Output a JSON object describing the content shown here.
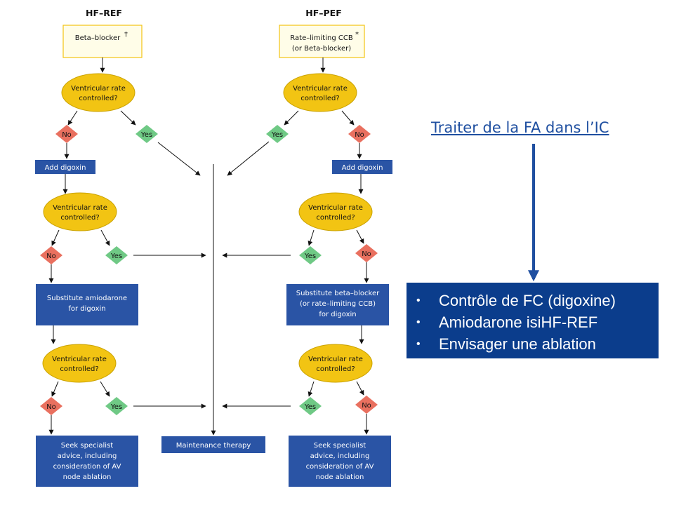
{
  "flowchart": {
    "headers": {
      "ref": "HF–REF",
      "pef": "HF–PEF"
    },
    "ref": {
      "start": "Beta–blocker",
      "start_mark": "†",
      "q1": [
        "Ventricular rate",
        "controlled?"
      ],
      "no": "No",
      "yes": "Yes",
      "add_digoxin": "Add digoxin",
      "q2": [
        "Ventricular rate",
        "controlled?"
      ],
      "substitute": [
        "Substitute amiodarone",
        "for digoxin"
      ],
      "q3": [
        "Ventricular rate",
        "controlled?"
      ],
      "seek": [
        "Seek specialist",
        "advice, including",
        "consideration of AV",
        "node ablation"
      ]
    },
    "pef": {
      "start": [
        "Rate–limiting CCB",
        "(or Beta-blocker)"
      ],
      "start_mark": "*",
      "q1": [
        "Ventricular rate",
        "controlled?"
      ],
      "no": "No",
      "yes": "Yes",
      "add_digoxin": "Add digoxin",
      "q2": [
        "Ventricular rate",
        "controlled?"
      ],
      "substitute": [
        "Substitute beta–blocker",
        "(or rate–limiting CCB)",
        "for digoxin"
      ],
      "q3": [
        "Ventricular rate",
        "controlled?"
      ],
      "seek": [
        "Seek specialist",
        "advice, including",
        "consideration of AV",
        "node ablation"
      ]
    },
    "maintenance": "Maintenance therapy"
  },
  "side": {
    "title": "Traiter de la FA dans l’IC",
    "bullets": [
      "Contrôle de FC (digoxine)",
      "Amiodarone isiHF-REF",
      "Envisager une ablation"
    ]
  },
  "colors": {
    "decision": "#f2c413",
    "no": "#e9705f",
    "yes": "#6fc985",
    "action": "#2a54a5",
    "panel": "#0b3d8c",
    "link": "#1f4fa0"
  }
}
